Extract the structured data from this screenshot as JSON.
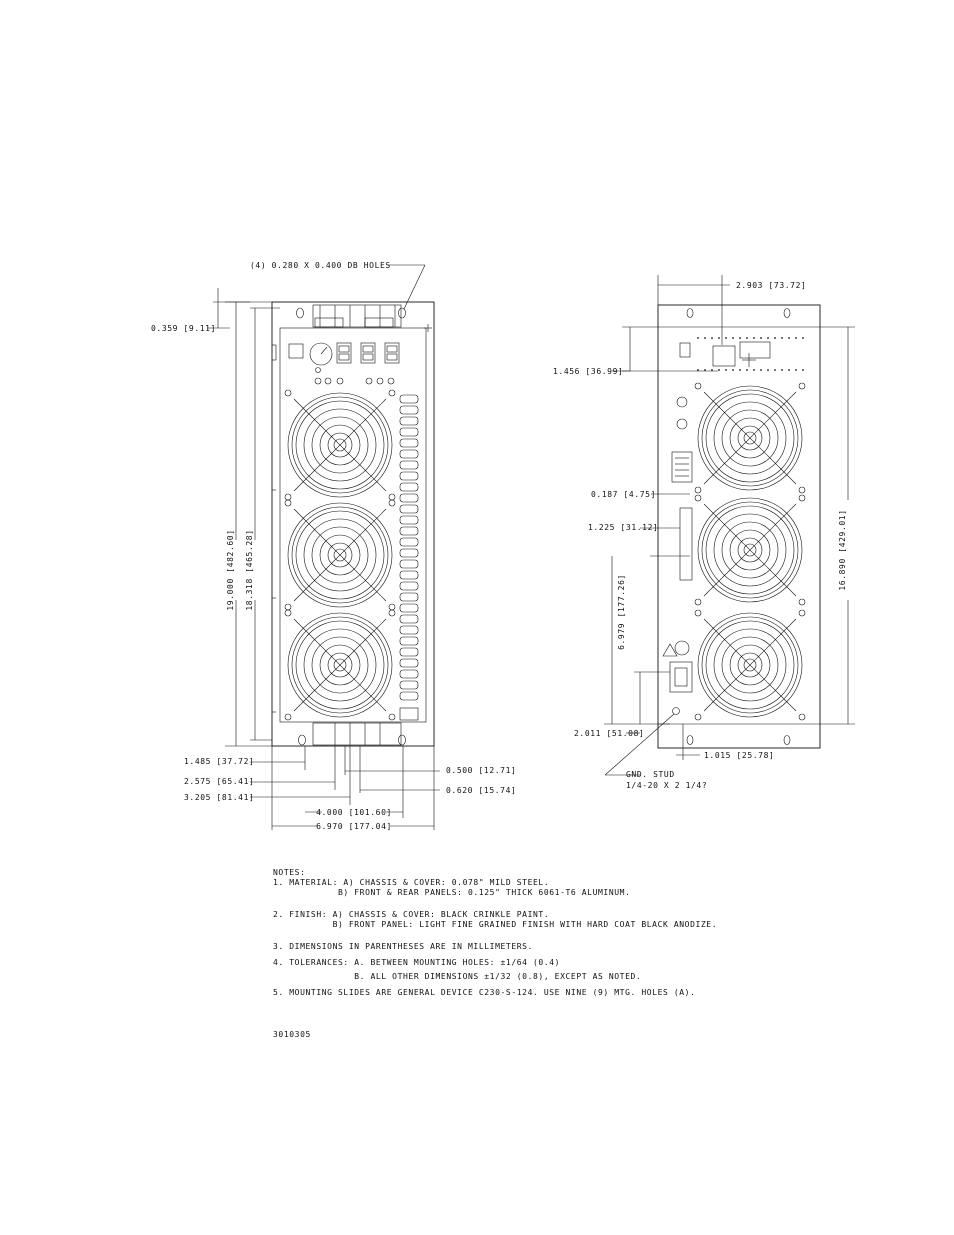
{
  "labels": {
    "db_holes": "(4) 0.280 X 0.400 DB HOLES",
    "front_top_offset": "0.359 [9.11]",
    "front_height_overall": "19.000 [482.60]",
    "front_height_panel": "18.318 [465.28]",
    "front_d1": "1.485 [37.72]",
    "front_d2": "2.575 [65.41]",
    "front_d3": "3.205 [81.41]",
    "front_d4": "0.500 [12.71]",
    "front_d5": "0.620 [15.74]",
    "front_width_inner": "4.000 [101.60]",
    "front_width_overall": "6.970 [177.04]",
    "rear_top_width": "2.903 [73.72]",
    "rear_top_height": "1.456 [36.99]",
    "rear_d1": "0.187 [4.75]",
    "rear_d2": "1.225 [31.12]",
    "rear_d3": "6.979 [177.26]",
    "rear_height": "16.890 [429.01]",
    "rear_d4": "2.011 [51.08]",
    "rear_d5": "1.015 [25.78]",
    "gnd_line1": "GND. STUD",
    "gnd_line2": "1/4-20 X 2 1/4?"
  },
  "notes": {
    "title": "NOTES:",
    "n1a": "1. MATERIAL: A) CHASSIS & COVER: 0.078\" MILD STEEL.",
    "n1b": "            B) FRONT & REAR PANELS: 0.125\" THICK 6061-T6 ALUMINUM.",
    "n2a": "2. FINISH: A) CHASSIS & COVER: BLACK CRINKLE PAINT.",
    "n2b": "           B) FRONT PANEL: LIGHT FINE GRAINED FINISH WITH HARD COAT BLACK ANODIZE.",
    "n3": "3. DIMENSIONS IN PARENTHESES ARE IN MILLIMETERS.",
    "n4a": "4. TOLERANCES: A. BETWEEN MOUNTING HOLES: ±1/64 (0.4)",
    "n4b": "               B. ALL OTHER DIMENSIONS ±1/32 (0.8), EXCEPT AS NOTED.",
    "n5": "5. MOUNTING SLIDES ARE GENERAL DEVICE C230-S-124. USE NINE (9) MTG. HOLES (A)."
  },
  "doc_id": "3010305"
}
